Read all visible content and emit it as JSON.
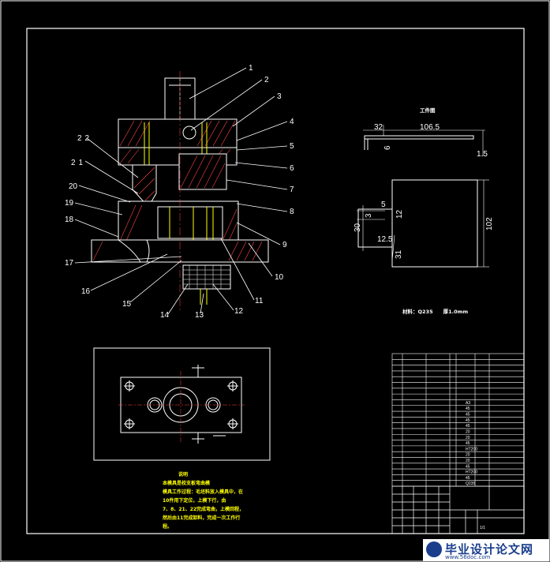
{
  "part_labels": [
    "1",
    "2",
    "3",
    "4",
    "5",
    "6",
    "7",
    "8",
    "9",
    "10",
    "11",
    "12",
    "13",
    "14",
    "15",
    "16",
    "17",
    "18",
    "19",
    "20",
    "21",
    "22"
  ],
  "workpiece": {
    "title": "工件图",
    "dims": {
      "d1": "32",
      "d2": "106.5",
      "d3": "6",
      "d4": "1.5",
      "d5": "5",
      "d6": "12",
      "d7": "30",
      "d8": "102",
      "d9": "12.5",
      "d10": "31",
      "d11": "3"
    },
    "material_line": "材料：Q235　　厚1.0mm"
  },
  "notes": {
    "heading": "说明",
    "lines": [
      "本模具是校支板弯曲模",
      "模具工作过程：毛坯料放入模具中，在",
      "10件用下定位，上模下行，由",
      "7、8、21、22完成弯曲，上模回程，",
      "然后由11完成卸料，完成一次工作行",
      "程。"
    ]
  },
  "bom_materials": [
    "A3",
    "45",
    "45",
    "45",
    "45",
    "20",
    "20",
    "45",
    "HT200",
    "20",
    "20",
    "45",
    "HT200",
    "45",
    "Q235"
  ],
  "title_block": {
    "sheet_mark": "1/1"
  },
  "watermark": {
    "text": "毕业设计论文网",
    "url": "www.56doc.com"
  }
}
